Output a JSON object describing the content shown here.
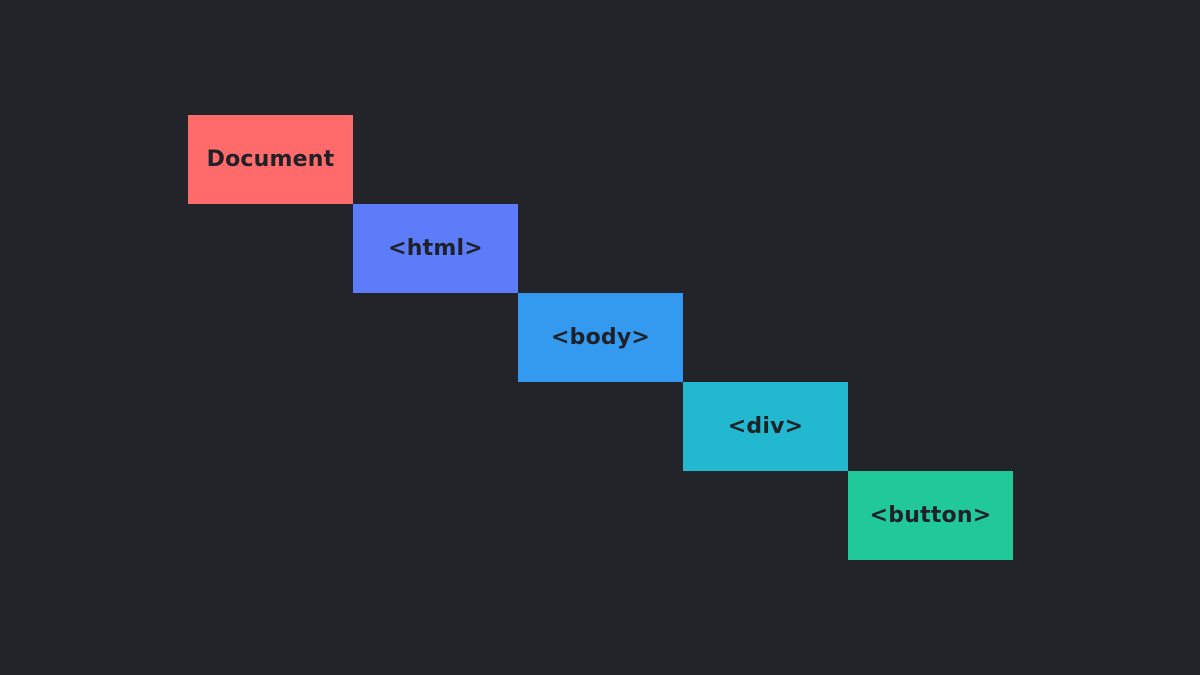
{
  "diagram": {
    "nodes": [
      {
        "label": "Document",
        "color": "#ff6b6b"
      },
      {
        "label": "<html>",
        "color": "#5c7cfa"
      },
      {
        "label": "<body>",
        "color": "#339af0"
      },
      {
        "label": "<div>",
        "color": "#22b8cf"
      },
      {
        "label": "<button>",
        "color": "#20c997"
      }
    ]
  },
  "colors": {
    "background": "#222429",
    "label_text": "#1f2127"
  }
}
